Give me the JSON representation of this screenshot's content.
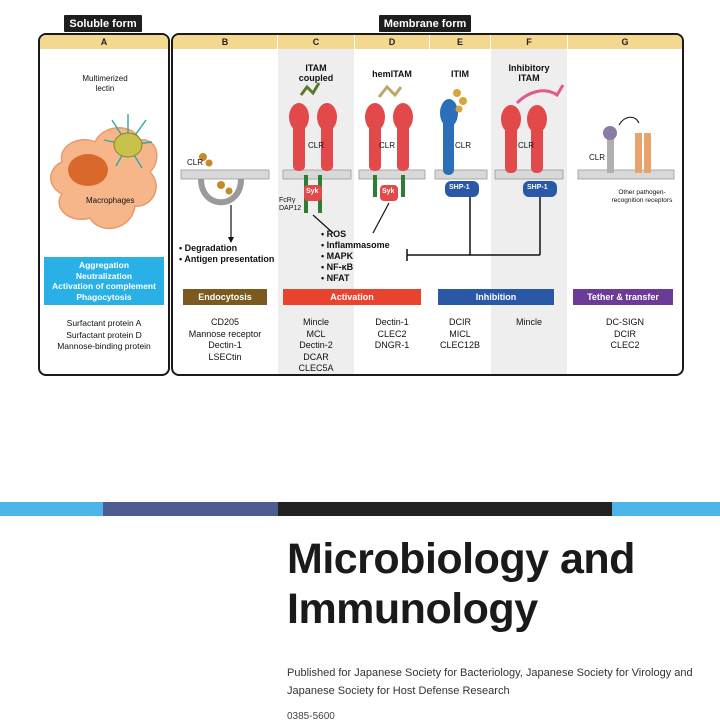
{
  "figure": {
    "soluble_tab": "Soluble form",
    "membrane_tab": "Membrane form",
    "columns": {
      "A": "A",
      "B": "B",
      "C": "C",
      "D": "D",
      "E": "E",
      "F": "F",
      "G": "G"
    },
    "subheads": {
      "itam": "ITAM\ncoupled",
      "hemitam": "hemITAM",
      "itim": "ITIM",
      "inhibitory_itam": "Inhibitory\nITAM"
    },
    "labels": {
      "multimerized_lectin": "Multimerized\nlectin",
      "macrophages": "Macrophages",
      "clr": "CLR",
      "fcr": "FcRγ\nDAP12",
      "syk": "Syk",
      "shp1": "SHP-1",
      "other_prr": "Other pathogen-\nrecognition receptors"
    },
    "soluble_functions": [
      "Aggregation",
      "Neutralization",
      "Activation of complement",
      "Phagocytosis"
    ],
    "endocytosis_outcomes": [
      "Degradation",
      "Antigen presentation"
    ],
    "activation_outcomes": [
      "ROS",
      "Inflammasome",
      "MAPK",
      "NF-κB",
      "NFAT"
    ],
    "bars": {
      "endocytosis": "Endocytosis",
      "activation": "Activation",
      "inhibition": "Inhibition",
      "tether": "Tether & transfer"
    },
    "lists": {
      "A": [
        "Surfactant protein A",
        "Surfactant protein D",
        "Mannose-binding protein"
      ],
      "B": [
        "CD205",
        "Mannose receptor",
        "Dectin-1",
        "LSECtin"
      ],
      "C": [
        "Mincle",
        "MCL",
        "Dectin-2",
        "DCAR",
        "CLEC5A"
      ],
      "D": [
        "Dectin-1",
        "CLEC2",
        "DNGR-1"
      ],
      "E": [
        "DCIR",
        "MICL",
        "CLEC12B"
      ],
      "F": [
        "Mincle"
      ],
      "G": [
        "DC-SIGN",
        "DCIR",
        "CLEC2"
      ]
    },
    "colors": {
      "header": "#f3d88f",
      "soluble_bar": "#29b0e6",
      "endocytosis": "#7a5a1e",
      "activation": "#e8432e",
      "inhibition": "#2a57a6",
      "tether": "#6c3a97",
      "receptor": "#e2494b",
      "macrophage": "#f6b68a"
    }
  },
  "journal": {
    "title_line1": "Microbiology and",
    "title_line2": "Immunology",
    "publisher": "Published for Japanese Society for Bacteriology, Japanese Society for Virology and Japanese Society for Host Defense Research",
    "issn": "0385-5600",
    "stripe_colors": [
      "#4ab5e6",
      "#4e5d91",
      "#222222",
      "#4ab5e6"
    ]
  }
}
